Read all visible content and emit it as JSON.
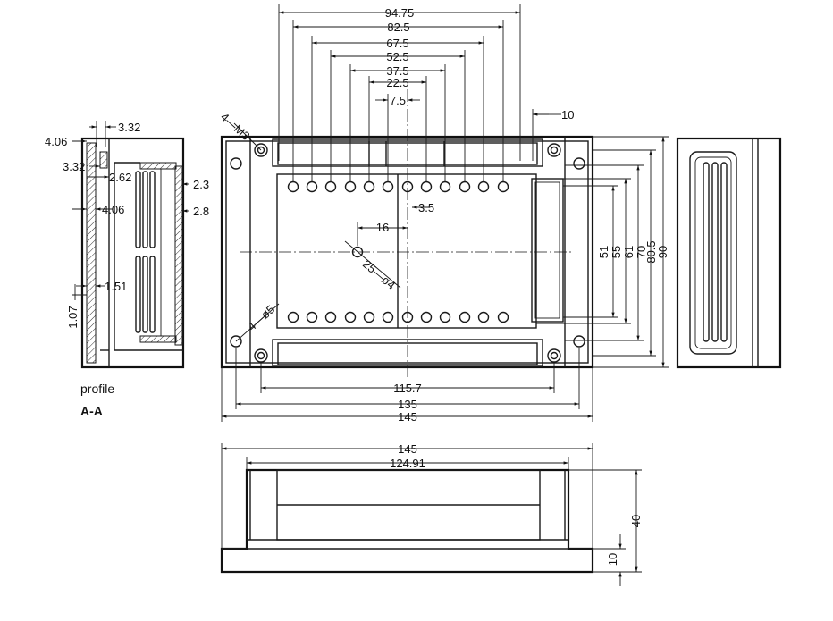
{
  "labels": {
    "profile": "profile",
    "section": "A-A"
  },
  "top_dims": {
    "d94_75": "94.75",
    "d82_5": "82.5",
    "d67_5": "67.5",
    "d52_5": "52.5",
    "d37_5": "37.5",
    "d22_5": "22.5",
    "d7_5": "7.5",
    "d10": "10",
    "d3_5": "3.5",
    "d16": "16",
    "d25phi4": "25—ø4",
    "d4m3": "4—M3",
    "d4phi5": "4—ø5"
  },
  "right_dims": {
    "d51": "51",
    "d55": "55",
    "d61": "61",
    "d70": "70",
    "d80_5": "80.5",
    "d90": "90"
  },
  "bottom_dims": {
    "d115_7": "115.7",
    "d135": "135",
    "d145": "145"
  },
  "side_dims": {
    "d4_06a": "4.06",
    "d3_32a": "3.32",
    "d3_32b": "3.32",
    "d2_62": "2.62",
    "d4_06b": "4.06",
    "d2_3": "2.3",
    "d2_8": "2.8",
    "d1_51": "1.51",
    "d1_07": "1.07"
  },
  "front_dims": {
    "d145": "145",
    "d124_91": "124.91",
    "d40": "40",
    "d10": "10"
  }
}
